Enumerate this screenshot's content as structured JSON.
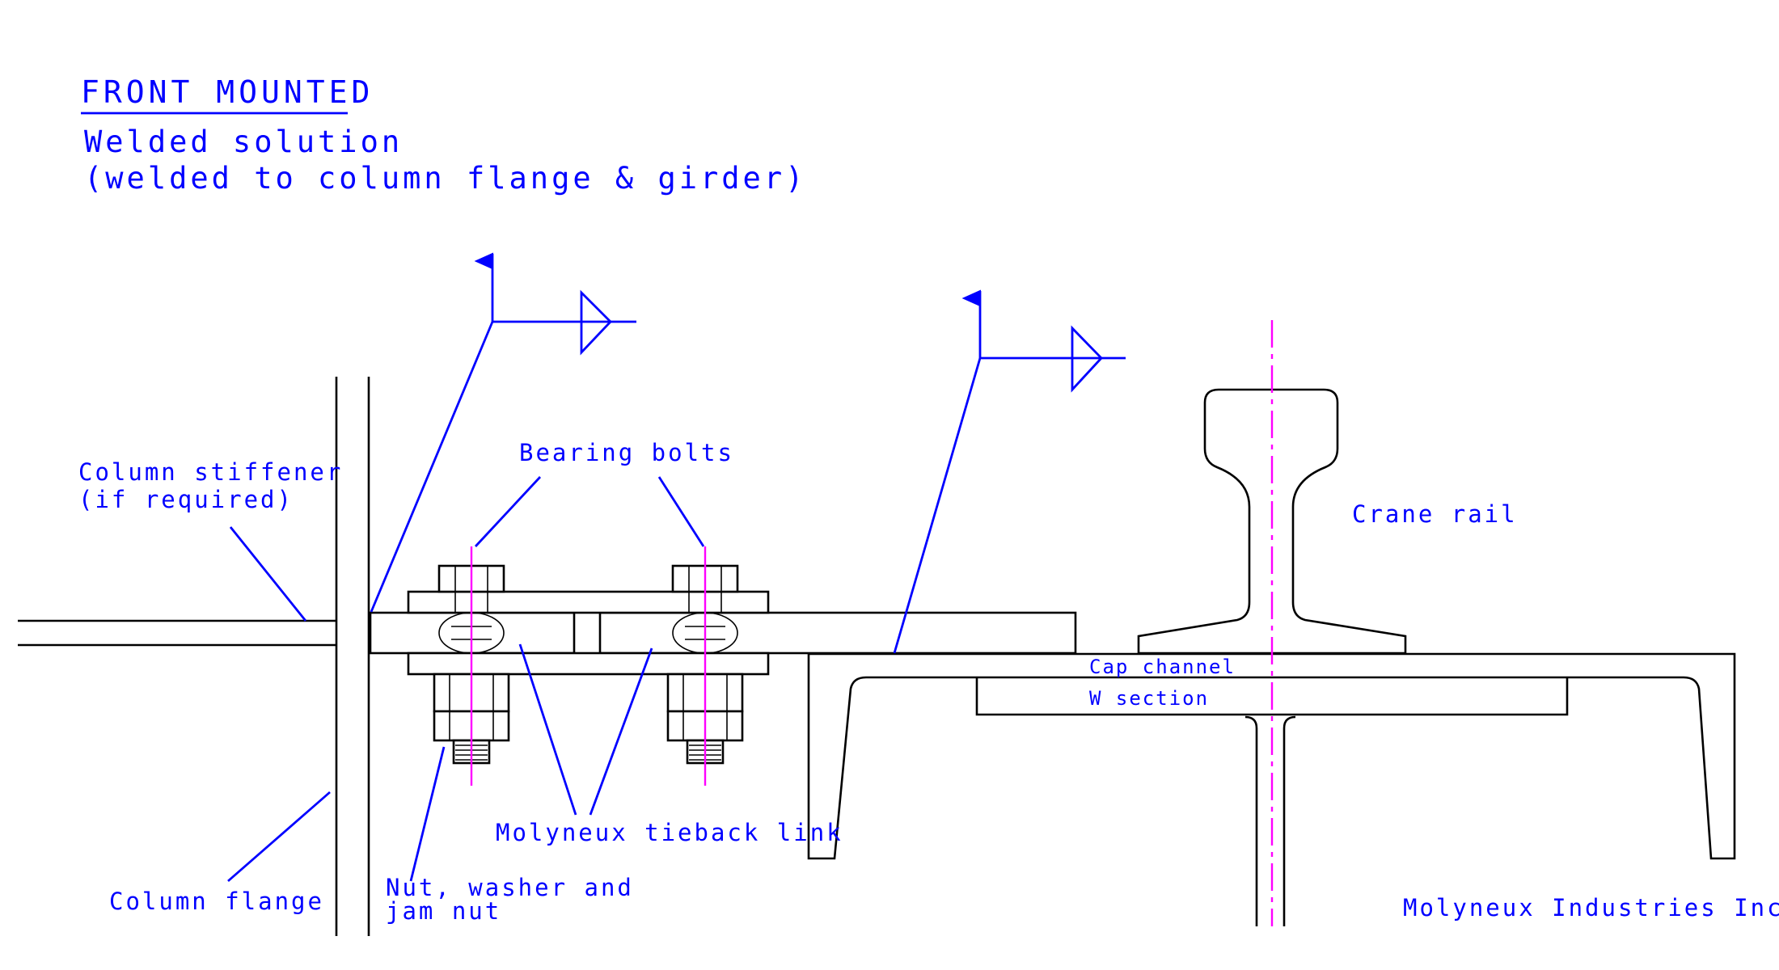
{
  "title": "FRONT MOUNTED",
  "subtitle_line1": "Welded solution",
  "subtitle_line2": "(welded to column flange & girder)",
  "labels": {
    "column_stiffener_1": "Column stiffener",
    "column_stiffener_2": "(if required)",
    "bearing_bolts": "Bearing bolts",
    "crane_rail": "Crane rail",
    "cap_channel": "Cap channel",
    "w_section": "W section",
    "tieback_link": "Molyneux tieback link",
    "nut_washer_1": "Nut, washer and",
    "nut_washer_2": "jam nut",
    "column_flange": "Column flange",
    "company": "Molyneux Industries Inc."
  },
  "colors": {
    "annotation": "#0000ff",
    "structure": "#000000",
    "centerline": "#ff00ff"
  }
}
